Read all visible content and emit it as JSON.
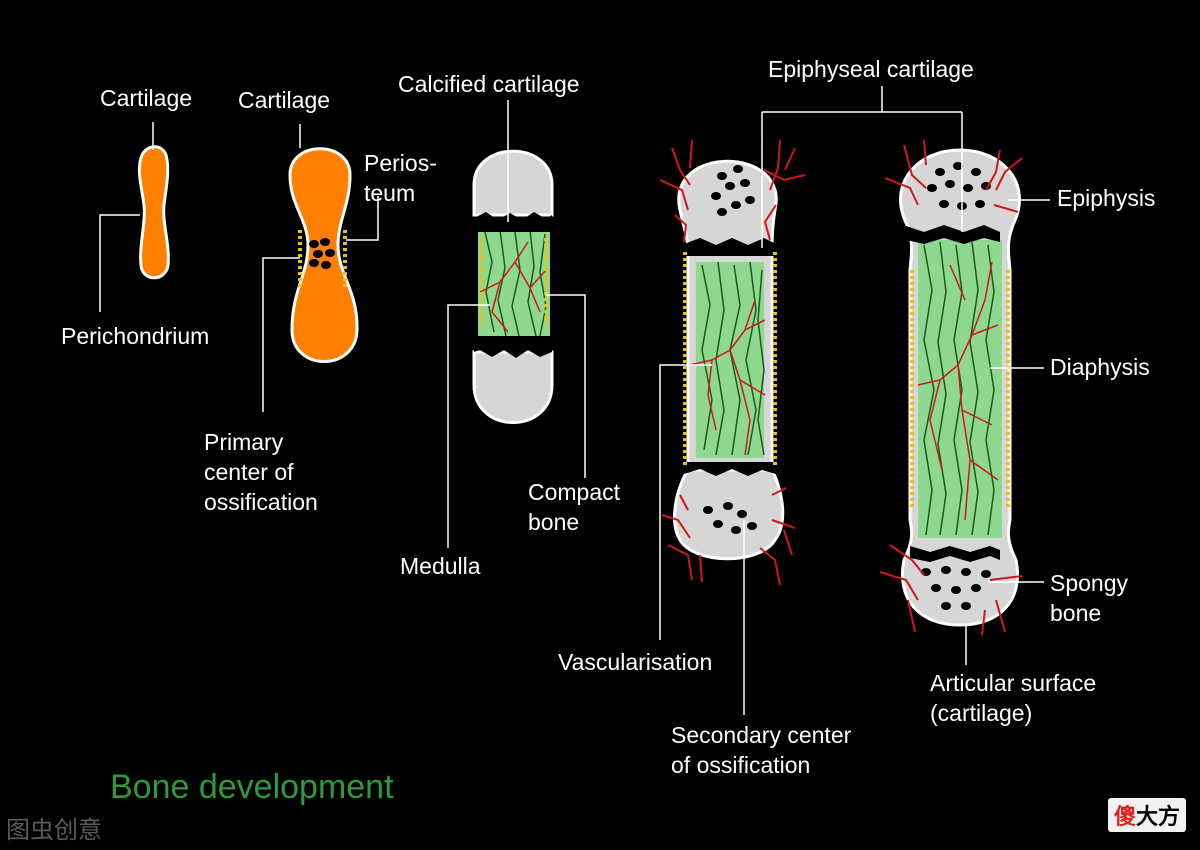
{
  "title": "Bone development",
  "labels": {
    "cartilage_1": "Cartilage",
    "perichondrium": "Perichondrium",
    "cartilage_2": "Cartilage",
    "periosteum": "Perios-\nteum",
    "primary_center": "Primary\ncenter of\nossification",
    "calcified_cartilage": "Calcified cartilage",
    "medulla": "Medulla",
    "compact_bone": "Compact\nbone",
    "epiphyseal_cartilage": "Epiphyseal cartilage",
    "vascularisation": "Vascularisation",
    "secondary_center": "Secondary center\nof ossification",
    "epiphysis": "Epiphysis",
    "diaphysis": "Diaphysis",
    "spongy_bone": "Spongy\nbone",
    "articular_surface": "Articular surface\n(cartilage)"
  },
  "watermarks": {
    "left": "图虫创意",
    "right_prefix": "傻",
    "right_suffix": "大方"
  },
  "colors": {
    "background": "#000000",
    "cartilage": "#ff8000",
    "bone": "#d6d6d6",
    "medulla": "#8fd88f",
    "vessel": "#d01818",
    "periosteum": "#e8c020",
    "title": "#2f9a3a"
  }
}
